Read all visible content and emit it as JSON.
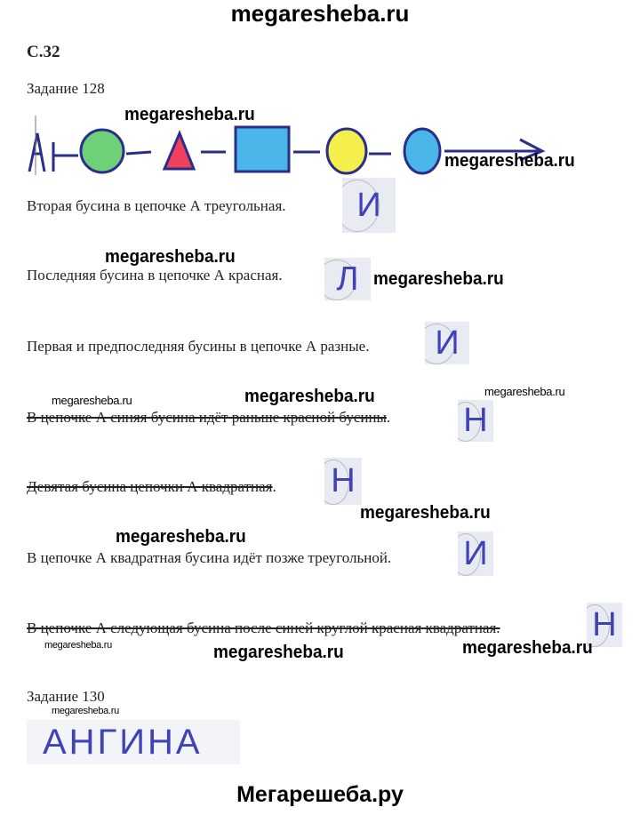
{
  "header": "megaresheba.ru",
  "page_label": "С.32",
  "task128": {
    "title": "Задание 128",
    "chain_label": "А",
    "statements": [
      {
        "text": "Вторая бусина в цепочке А треугольная.",
        "answer": "И",
        "struck": false
      },
      {
        "text": "Последняя бусина в цепочке А красная.",
        "answer": "Л",
        "struck": false
      },
      {
        "text": "Первая и предпоследняя бусины в цепочке А разные.",
        "answer": "И",
        "struck": false
      },
      {
        "text": "В цепочке А синяя бусина идёт раньше красной бусины",
        "answer": "Н",
        "struck": true
      },
      {
        "text": "Девятая бусина цепочки А квадратная",
        "answer": "Н",
        "struck": true
      },
      {
        "text": "В цепочке А квадратная бусина идёт позже треугольной.",
        "answer": "И",
        "struck": false
      },
      {
        "text": "В цепочке А следующая бусина после синей круглой красная квадратная.",
        "answer": "Н",
        "struck": true
      }
    ]
  },
  "task130": {
    "title": "Задание 130",
    "answer": "АНГИНА"
  },
  "watermark": "megaresheba.ru",
  "footer": "Мегарешеба.ру",
  "colors": {
    "ink": "#3f43b6",
    "green": "#6fd07a",
    "red": "#f0405a",
    "blue": "#4ab6e8",
    "yellow": "#f4ef4a"
  }
}
